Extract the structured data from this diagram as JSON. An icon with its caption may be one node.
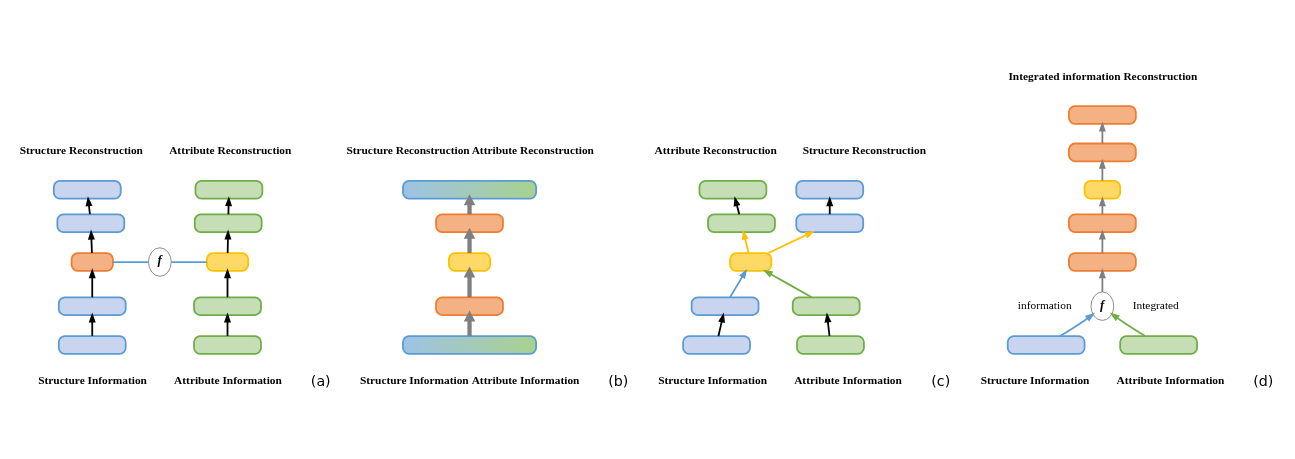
{
  "diagram": {
    "nodes": [
      {
        "text": [],
        "shape": "box",
        "beside": [
          "Structure Information"
        ]
      },
      {
        "text": [],
        "shape": "box"
      },
      {
        "text": [],
        "shape": "box"
      },
      {
        "text": [],
        "shape": "box"
      },
      {
        "text": [],
        "shape": "box",
        "beside": [
          "Structure Reconstruction"
        ]
      },
      {
        "text": [],
        "shape": "box",
        "beside": [
          "Attribute Information"
        ]
      },
      {
        "text": [],
        "shape": "box"
      },
      {
        "text": [],
        "shape": "box"
      },
      {
        "text": [],
        "shape": "box"
      },
      {
        "text": [],
        "shape": "box",
        "beside": [
          "Attribute Reconstruction"
        ]
      },
      {
        "text": [
          "f"
        ]
      },
      {
        "text": [],
        "shape": "box",
        "beside": [
          "Structure Information",
          "Attribute Information"
        ]
      },
      {
        "text": [],
        "shape": "box"
      },
      {
        "text": [],
        "shape": "box"
      },
      {
        "text": [],
        "shape": "box"
      },
      {
        "text": [],
        "shape": "box",
        "beside": [
          "Structure Reconstruction",
          "Attribute Reconstruction"
        ]
      },
      {
        "text": [],
        "shape": "box",
        "beside": [
          "Structure Information"
        ]
      },
      {
        "text": [],
        "shape": "box"
      },
      {
        "text": [],
        "shape": "box",
        "beside": [
          "Attribute Information"
        ]
      },
      {
        "text": [],
        "shape": "box"
      },
      {
        "text": [],
        "shape": "box"
      },
      {
        "text": [],
        "shape": "box"
      },
      {
        "text": [],
        "shape": "box",
        "beside": [
          "Structure Reconstruction"
        ]
      },
      {
        "text": [],
        "shape": "box"
      },
      {
        "text": [],
        "shape": "box",
        "beside": [
          "Attribute Reconstruction"
        ]
      },
      {
        "text": [],
        "shape": "box",
        "beside": [
          "Structure Information"
        ]
      },
      {
        "text": [],
        "shape": "box",
        "beside": [
          "Attribute Information"
        ]
      },
      {
        "text": [
          "f"
        ],
        "beside": [
          "information",
          "Integrated"
        ]
      },
      {
        "text": [],
        "shape": "box"
      },
      {
        "text": [],
        "shape": "box"
      },
      {
        "text": [],
        "shape": "box"
      },
      {
        "text": [],
        "shape": "box"
      },
      {
        "text": [],
        "shape": "box",
        "beside": [
          "Integrated information Reconstruction"
        ]
      }
    ],
    "edges": [
      {
        "from": 0,
        "to": 1,
        "arrow": "to"
      },
      {
        "from": 1,
        "to": 2,
        "arrow": "to"
      },
      {
        "from": 2,
        "to": 3,
        "arrow": "to"
      },
      {
        "from": 3,
        "to": 4,
        "arrow": "to"
      },
      {
        "from": 5,
        "to": 6,
        "arrow": "to"
      },
      {
        "from": 6,
        "to": 7,
        "arrow": "to"
      },
      {
        "from": 7,
        "to": 8,
        "arrow": "to"
      },
      {
        "from": 8,
        "to": 9,
        "arrow": "to"
      },
      {
        "from": 2,
        "to": 10,
        "arrow": "none",
        "color": "#5b9bd5"
      },
      {
        "from": 10,
        "to": 7,
        "arrow": "none",
        "color": "#5b9bd5"
      },
      {
        "from": 11,
        "to": 12,
        "arrow": "to",
        "style": "thick",
        "color": "#7f7f7f"
      },
      {
        "from": 12,
        "to": 13,
        "arrow": "to",
        "style": "thick",
        "color": "#7f7f7f"
      },
      {
        "from": 13,
        "to": 14,
        "arrow": "to",
        "style": "thick",
        "color": "#7f7f7f"
      },
      {
        "from": 14,
        "to": 15,
        "arrow": "to",
        "style": "thick",
        "color": "#7f7f7f"
      },
      {
        "from": 16,
        "to": 17,
        "arrow": "to"
      },
      {
        "from": 17,
        "to": 20,
        "arrow": "to",
        "color": "#5b9bd5"
      },
      {
        "from": 18,
        "to": 19,
        "arrow": "to"
      },
      {
        "from": 19,
        "to": 20,
        "arrow": "to",
        "color": "#70ad47"
      },
      {
        "from": 20,
        "to": 21,
        "arrow": "to",
        "color": "#ffc000"
      },
      {
        "from": 20,
        "to": 23,
        "arrow": "to",
        "color": "#ffc000"
      },
      {
        "from": 21,
        "to": 22,
        "arrow": "to"
      },
      {
        "from": 23,
        "to": 24,
        "arrow": "to"
      },
      {
        "from": 25,
        "to": 27,
        "arrow": "to",
        "color": "#5b9bd5"
      },
      {
        "from": 26,
        "to": 27,
        "arrow": "to",
        "color": "#70ad47"
      },
      {
        "from": 27,
        "to": 28,
        "arrow": "to",
        "color": "#7f7f7f"
      },
      {
        "from": 28,
        "to": 29,
        "arrow": "to",
        "color": "#7f7f7f"
      },
      {
        "from": 29,
        "to": 30,
        "arrow": "to",
        "color": "#7f7f7f"
      },
      {
        "from": 30,
        "to": 31,
        "arrow": "to",
        "color": "#7f7f7f"
      },
      {
        "from": 31,
        "to": 32,
        "arrow": "to",
        "color": "#7f7f7f"
      }
    ],
    "labels": [
      "(a)",
      "(b)",
      "(c)",
      "(d)"
    ]
  }
}
